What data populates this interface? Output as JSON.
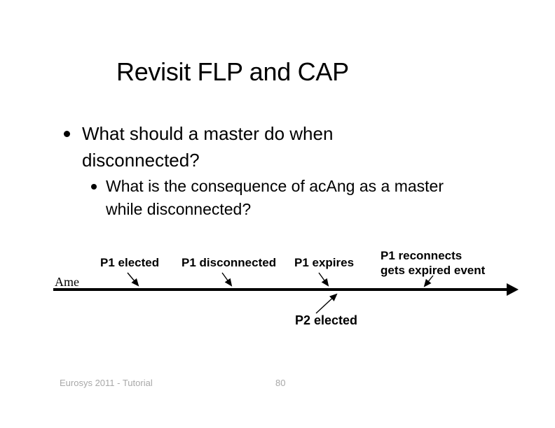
{
  "slide": {
    "title": "Revisit FLP and CAP",
    "bullets": {
      "level1": {
        "line1": "What should a master do when",
        "line2": "disconnected?"
      },
      "level2": {
        "line1": "What is the consequence of acAng as a master",
        "line2": "while disconnected?"
      }
    },
    "timeline": {
      "axis_caption": "Ame",
      "event_p1_elected": "P1 elected",
      "event_p1_disconnected": "P1 disconnected",
      "event_p1_expires": "P1 expires",
      "event_p1_reconnects_line1": "P1 reconnects",
      "event_p1_reconnects_line2": "gets expired event",
      "event_p2_elected": "P2 elected"
    },
    "footer": {
      "credit": "Eurosys 2011 - Tutorial",
      "page_number": "80"
    },
    "colors": {
      "text": "#000000",
      "footer_text": "#a8a8a8",
      "background": "#ffffff"
    }
  }
}
